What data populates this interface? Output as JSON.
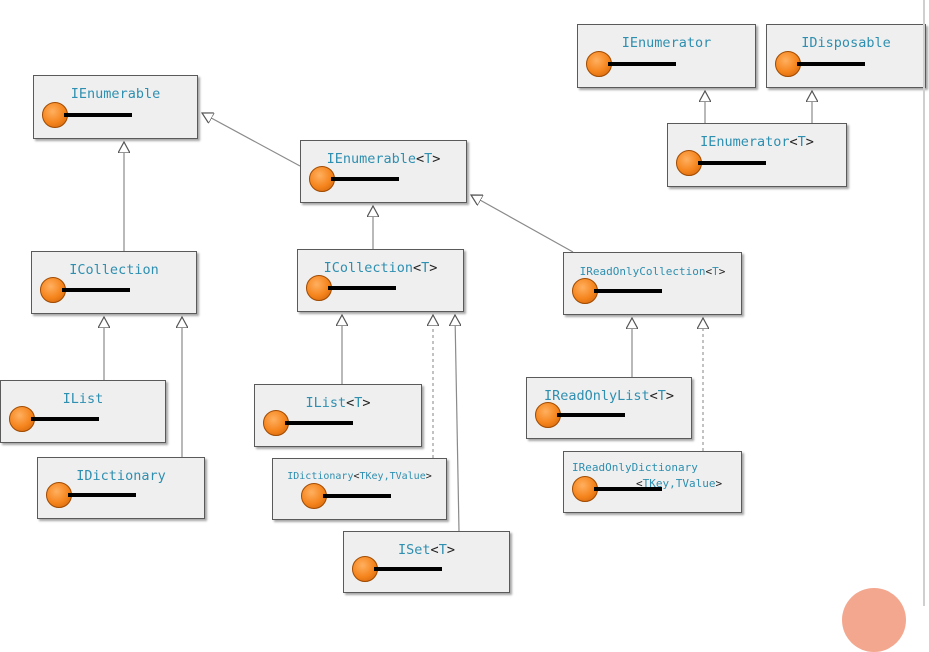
{
  "diagram": {
    "nodes": [
      {
        "id": "ienumerable",
        "name": "IEnumerable",
        "generic": ""
      },
      {
        "id": "ienumerable-t",
        "name": "IEnumerable",
        "generic": "T"
      },
      {
        "id": "ienumerator",
        "name": "IEnumerator",
        "generic": ""
      },
      {
        "id": "idisposable",
        "name": "IDisposable",
        "generic": ""
      },
      {
        "id": "ienumerator-t",
        "name": "IEnumerator",
        "generic": "T"
      },
      {
        "id": "icollection",
        "name": "ICollection",
        "generic": ""
      },
      {
        "id": "icollection-t",
        "name": "ICollection",
        "generic": "T"
      },
      {
        "id": "ireadonlycollection-t",
        "name": "IReadOnlyCollection",
        "generic": "T"
      },
      {
        "id": "ilist",
        "name": "IList",
        "generic": ""
      },
      {
        "id": "idictionary",
        "name": "IDictionary",
        "generic": ""
      },
      {
        "id": "ilist-t",
        "name": "IList",
        "generic": "T"
      },
      {
        "id": "idictionary-tkey-tvalue",
        "name": "IDictionary",
        "generic": "TKey,TValue"
      },
      {
        "id": "ireadonlylist-t",
        "name": "IReadOnlyList",
        "generic": "T"
      },
      {
        "id": "ireadonlydictionary",
        "name": "IReadOnlyDictionary",
        "generic": "TKey,TValue"
      },
      {
        "id": "iset-t",
        "name": "ISet",
        "generic": "T"
      }
    ],
    "edges": [
      {
        "from": "ienumerable-t",
        "to": "ienumerable",
        "style": "solid"
      },
      {
        "from": "ienumerator-t",
        "to": "ienumerator",
        "style": "solid"
      },
      {
        "from": "ienumerator-t",
        "to": "idisposable",
        "style": "solid"
      },
      {
        "from": "icollection",
        "to": "ienumerable",
        "style": "solid"
      },
      {
        "from": "icollection-t",
        "to": "ienumerable-t",
        "style": "solid"
      },
      {
        "from": "ireadonlycollection-t",
        "to": "ienumerable-t",
        "style": "solid"
      },
      {
        "from": "ilist",
        "to": "icollection",
        "style": "solid"
      },
      {
        "from": "idictionary",
        "to": "icollection",
        "style": "solid"
      },
      {
        "from": "ilist-t",
        "to": "icollection-t",
        "style": "solid"
      },
      {
        "from": "idictionary-tkey-tvalue",
        "to": "icollection-t",
        "style": "dashed"
      },
      {
        "from": "iset-t",
        "to": "icollection-t",
        "style": "solid"
      },
      {
        "from": "ireadonlylist-t",
        "to": "ireadonlycollection-t",
        "style": "solid"
      },
      {
        "from": "ireadonlydictionary",
        "to": "ireadonlycollection-t",
        "style": "dashed"
      }
    ],
    "colors": {
      "type_name": "#2e8fb0",
      "member_dot": "#f5841c",
      "box_fill": "#efefef",
      "connector": "#8a8a8a"
    }
  }
}
